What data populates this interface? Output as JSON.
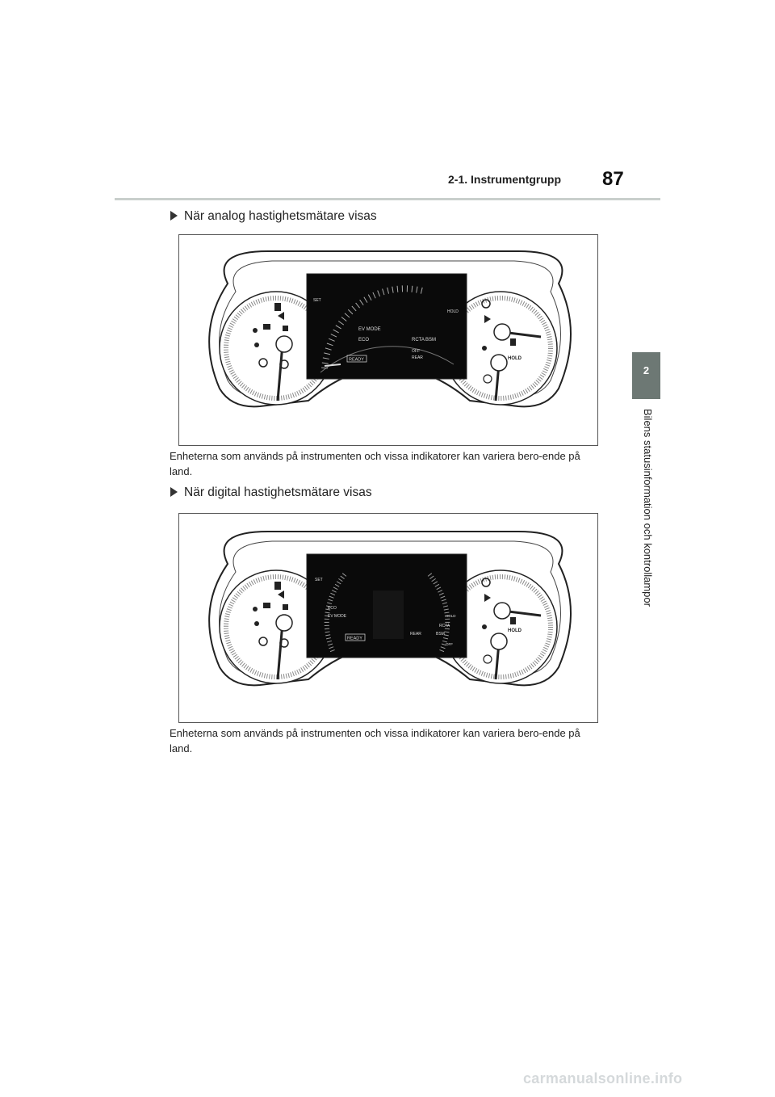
{
  "header": {
    "section_title": "2-1. Instrumentgrupp",
    "page_number": "87"
  },
  "side_tab": {
    "chapter_number": "2",
    "chapter_title": "Bilens statusinformation och kontrollampor"
  },
  "section1": {
    "heading": "När analog hastighetsmätare visas",
    "caption": "Enheterna som används på instrumenten och vissa indikatorer kan variera bero-ende på land."
  },
  "section2": {
    "heading": "När digital hastighetsmätare visas",
    "caption": "Enheterna som används på instrumenten och vissa indikatorer kan variera bero-ende på land."
  },
  "cluster_labels": {
    "ev_mode": "EV MODE",
    "eco": "ECO",
    "ready": "READY",
    "rcta": "RCTA",
    "bsm": "BSM",
    "off": "OFF",
    "rear": "REAR",
    "hold": "HOLD",
    "set": "SET"
  },
  "watermark": "carmanualsonline.info"
}
